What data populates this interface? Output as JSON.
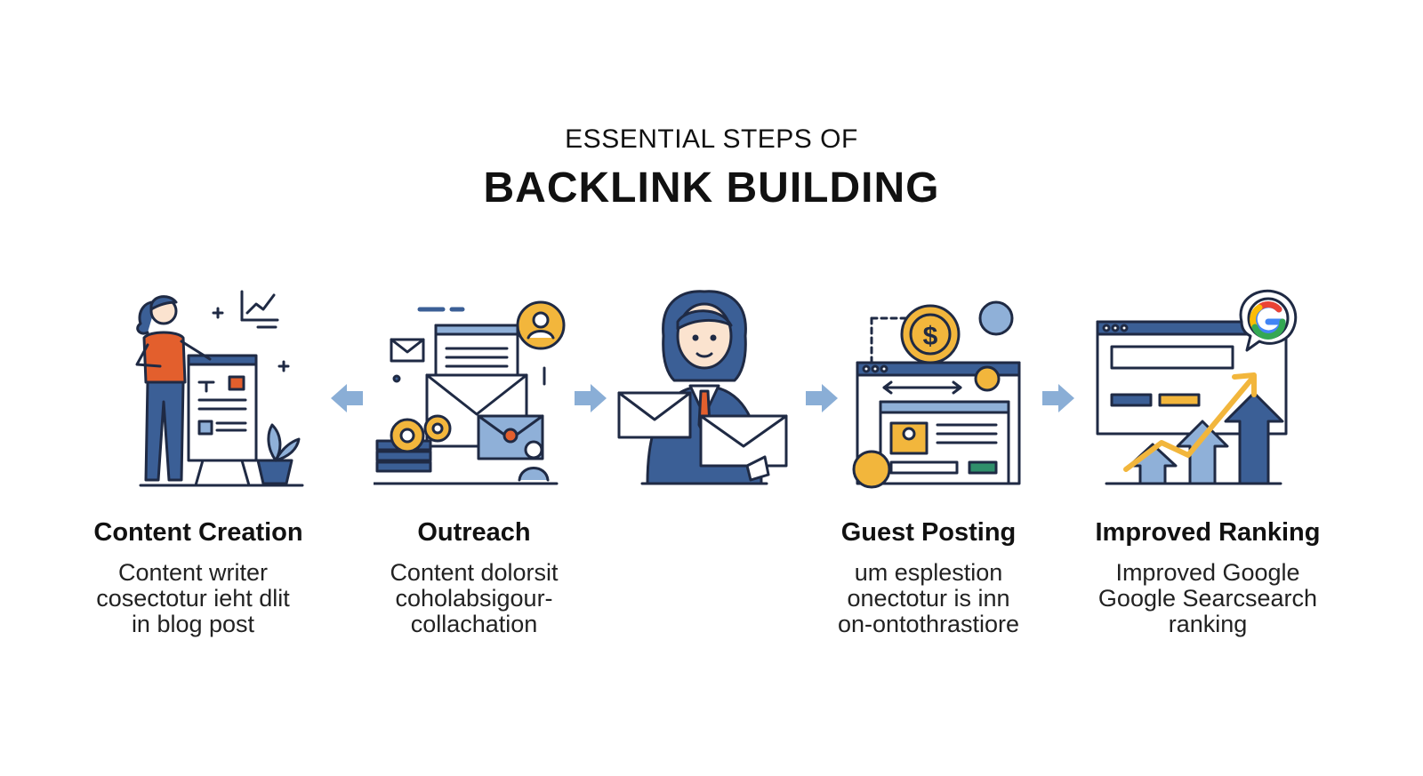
{
  "header": {
    "subtitle": "ESSENTIAL STEPS OF",
    "title": "BACKLINK BUILDING"
  },
  "steps": [
    {
      "title": "Content Creation",
      "lines": [
        "Content writer",
        "cosectotur ieht dlit",
        "in blog post"
      ]
    },
    {
      "title": "Outreach",
      "lines": [
        "Content dolorsit",
        "coholabsigour-",
        "collachation"
      ]
    },
    {
      "title": "",
      "lines": []
    },
    {
      "title": "Guest Posting",
      "lines": [
        "um esplestion",
        "onectotur is inn",
        "on-ontothrastiore"
      ]
    },
    {
      "title": "Improved Ranking",
      "lines": [
        "Improved Google",
        "Google Searcsearch",
        "ranking"
      ]
    }
  ],
  "icons": {
    "step1": "person-presenting-board-icon",
    "step2": "email-outreach-icon",
    "step3": "person-holding-envelopes-icon",
    "step4": "guest-post-money-icon",
    "step5": "google-ranking-growth-icon",
    "arrows": [
      "arrow-left-icon",
      "arrow-right-icon",
      "arrow-right-icon",
      "arrow-right-icon"
    ]
  },
  "colors": {
    "navy": "#1f2a44",
    "blue": "#3b5f96",
    "light_blue": "#8fb0d8",
    "orange": "#e35f2d",
    "gold": "#f2b63c",
    "arrow": "#8aaed6"
  }
}
